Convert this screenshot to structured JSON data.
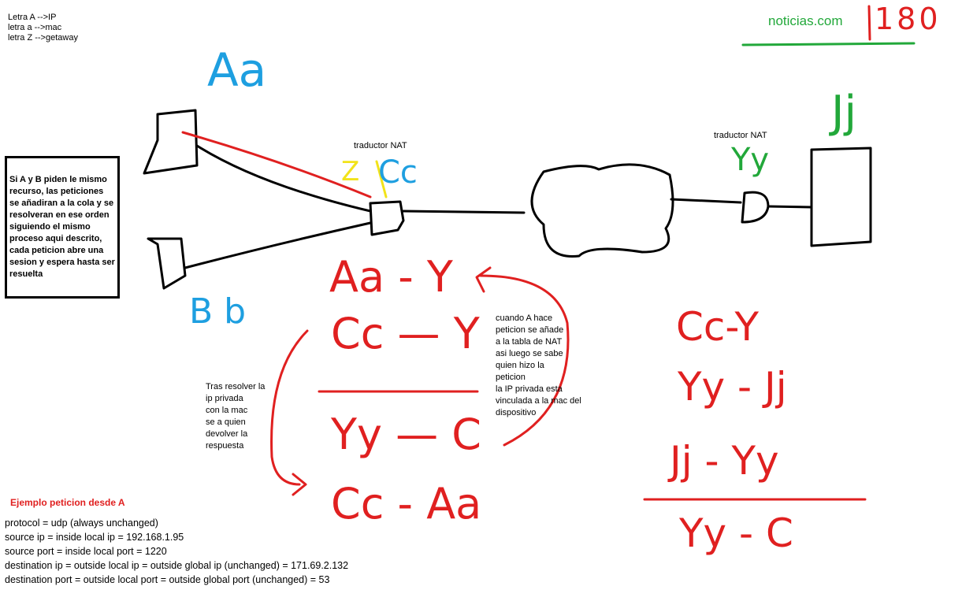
{
  "legend": {
    "line1": "Letra A -->IP",
    "line2": "letra a -->mac",
    "line3": "letra Z -->getaway"
  },
  "site": {
    "name": "noticias.com",
    "number": "180"
  },
  "handwritten": {
    "device_a": "Aa",
    "device_b": "B b",
    "nat_left": "Z",
    "nat_left_label": "Cc",
    "nat_right_label": "Yy",
    "server_label": "Jj"
  },
  "nat_labels": {
    "left": "traductor NAT",
    "right": "traductor NAT"
  },
  "box_note": "Si A y B piden le mismo recurso, las peticiones se añadiran a la cola y se resolveran en ese orden siguiendo el mismo proceso aqui descrito, cada peticion abre una sesion y espera hasta ser resuelta",
  "note_left": [
    "Tras resolver la",
    "ip privada",
    "con la mac",
    "se a quien",
    "devolver la",
    "respuesta"
  ],
  "note_right": [
    "cuando A hace",
    "peticion se añade",
    "a la tabla de NAT",
    "asi luego se sabe",
    "quien hizo la",
    "peticion",
    "la IP privada esta",
    "vinculada a la mac del",
    "dispositivo"
  ],
  "table_left": {
    "row1": "Aa - Y",
    "row2": "Cc — Y",
    "row3": "Yy — C",
    "row4": "Cc - Aa"
  },
  "table_right": {
    "row1": "Cc-Y",
    "row2": "Yy - Jj",
    "row3": "Jj - Yy",
    "row4": "Yy - C"
  },
  "example": {
    "title": "Ejemplo peticion desde A",
    "lines": [
      "protocol = udp (always unchanged)",
      "source ip = inside local ip = 192.168.1.95",
      "source port = inside local port = 1220",
      "destination ip = outside local ip = outside global ip (unchanged) = 171.69.2.132",
      "destination port = outside local port = outside global port (unchanged) = 53"
    ]
  },
  "colors": {
    "red": "#e02020",
    "blue": "#1e9fe0",
    "yellow": "#f2e31a",
    "green": "#22a83a",
    "black": "#000000"
  }
}
